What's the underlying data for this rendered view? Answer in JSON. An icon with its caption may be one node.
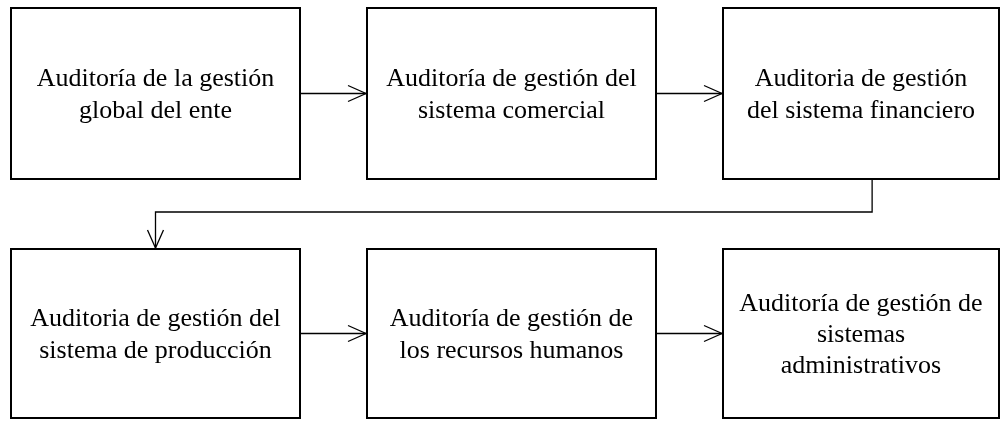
{
  "diagram": {
    "nodes": [
      {
        "text": [
          "Auditoría de la gestión global del ente"
        ]
      },
      {
        "text": [
          "Auditoría de gestión del sistema comercial"
        ]
      },
      {
        "text": [
          "Auditoria de gestión del sistema financiero"
        ]
      },
      {
        "text": [
          "Auditoria de gestión del sistema de producción"
        ]
      },
      {
        "text": [
          "Auditoría de gestión de los recursos humanos"
        ]
      },
      {
        "text": [
          "Auditoría de gestión de sistemas administrativos"
        ]
      }
    ],
    "edges": [
      {
        "from": 0,
        "to": 1,
        "arrow": "to"
      },
      {
        "from": 1,
        "to": 2,
        "arrow": "to"
      },
      {
        "from": 2,
        "to": 3,
        "arrow": "to"
      },
      {
        "from": 3,
        "to": 4,
        "arrow": "to"
      },
      {
        "from": 4,
        "to": 5,
        "arrow": "to"
      }
    ]
  }
}
